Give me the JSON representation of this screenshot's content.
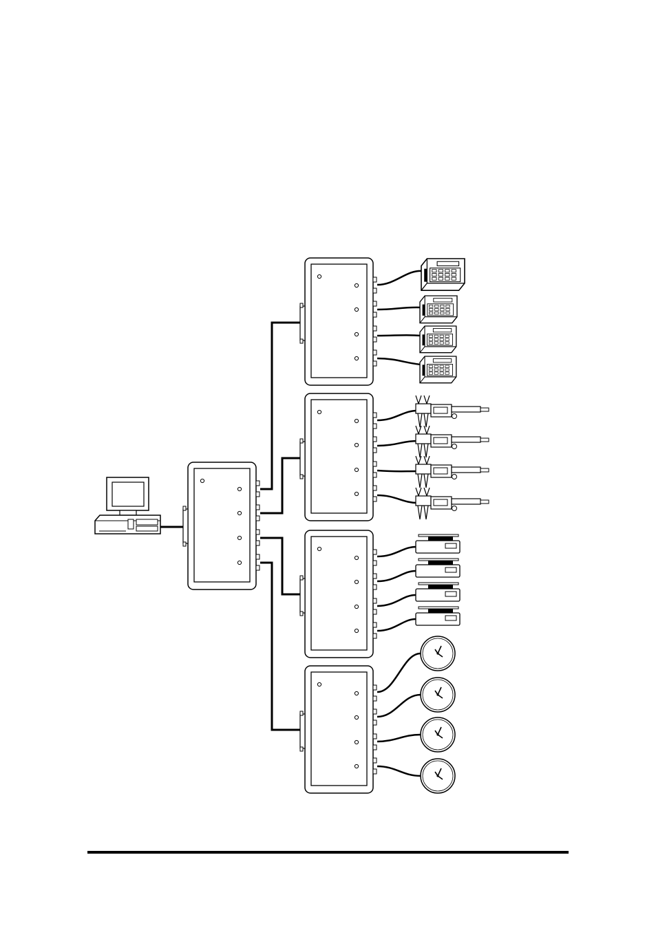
{
  "diagram": {
    "kind": "network-topology",
    "host": {
      "device": "desktop-computer-icon"
    },
    "hub": {
      "device": "multiplexer",
      "ports": 4
    },
    "branches": [
      {
        "device": "multiplexer",
        "ports": 4,
        "instrument": "keypad-terminal-icon",
        "instrument_count": 4
      },
      {
        "device": "multiplexer",
        "ports": 4,
        "instrument": "caliper-icon",
        "instrument_count": 4
      },
      {
        "device": "multiplexer",
        "ports": 4,
        "instrument": "balance-scale-icon",
        "instrument_count": 4
      },
      {
        "device": "multiplexer",
        "ports": 4,
        "instrument": "dial-gauge-icon",
        "instrument_count": 4
      }
    ]
  },
  "colors": {
    "stroke": "#000000",
    "background": "#ffffff"
  }
}
